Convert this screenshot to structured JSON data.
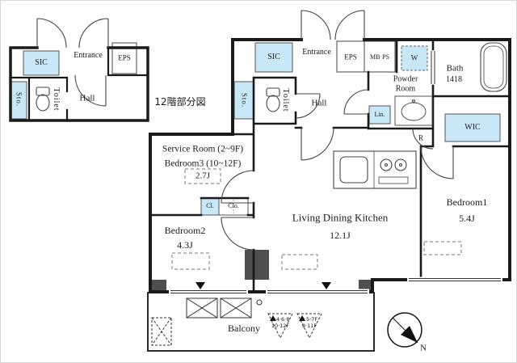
{
  "colors": {
    "wall": "#1a1a1a",
    "highlight_blue": "#c8e8f7",
    "column_gray": "#4f4f4f",
    "thin_line": "#333333"
  },
  "inset": {
    "sic": "SIC",
    "entrance": "Entrance",
    "eps": "EPS",
    "sto": "Sto.",
    "toilet": "Toilet",
    "hall": "Hall",
    "caption": "12階部分図"
  },
  "plan": {
    "sic": "SIC",
    "entrance": "Entrance",
    "eps": "EPS",
    "mbps": "MB·PS",
    "w": "W",
    "powder_room": "Powder Room",
    "bath": "Bath",
    "bath_size": "1418",
    "sto": "Sto.",
    "toilet": "Toilet",
    "hall": "Hall",
    "lin": "Lin.",
    "fridge": "R",
    "wic": "WIC",
    "service_room": "Service Room (2~9F)",
    "bedroom3": "Bedroom3 (10~12F)",
    "bedroom3_size": "2.7J",
    "closet_small": "Cl.",
    "closet": "Clo.",
    "bedroom2": "Bedroom2",
    "bedroom2_size": "4.3J",
    "ldk": "Living Dining Kitchen",
    "ldk_size": "12.1J",
    "bedroom1": "Bedroom1",
    "bedroom1_size": "5.4J",
    "balcony": "Balcony",
    "ac_a_line1": "2·4·6·8",
    "ac_a_line2": "10·12F",
    "ac_b_line1": "3·5·7F",
    "ac_b_line2": "9·11F",
    "compass_north": "N"
  }
}
